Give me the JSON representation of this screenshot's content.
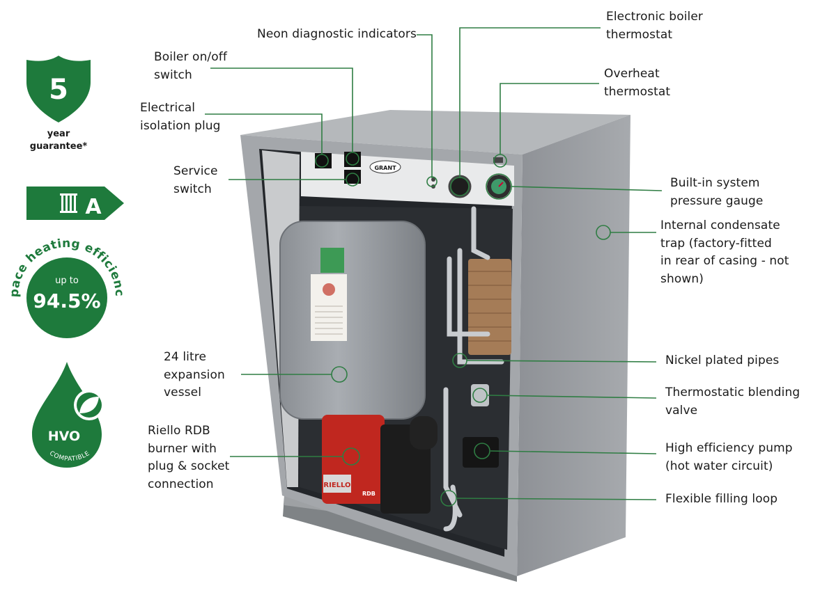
{
  "colors": {
    "accent_green": "#1e7a3c",
    "leader_line": "#2f7d43",
    "casing": "#9fa2a6"
  },
  "badges": {
    "guarantee": {
      "number": "5",
      "caption_line1": "year",
      "caption_line2": "guarantee*"
    },
    "energy_rating": {
      "icon": "radiator-icon",
      "grade": "A"
    },
    "efficiency": {
      "arc_text": "space heating efficiency",
      "prefix": "up to",
      "value": "94.5%"
    },
    "hvo": {
      "icon": "leaf-icon",
      "title": "HVO",
      "arc_text": "COMPATIBLE"
    }
  },
  "product": {
    "brand_plate": "GRANT",
    "burner_brand": "RIELLO",
    "burner_model": "RDB"
  },
  "callouts": {
    "neon": "Neon diagnostic indicators",
    "boiler_thermostat": [
      "Electronic boiler",
      "thermostat"
    ],
    "on_off": [
      "Boiler on/off",
      "switch"
    ],
    "overheat": [
      "Overheat",
      "thermostat"
    ],
    "isolation": [
      "Electrical",
      "isolation plug"
    ],
    "service": [
      "Service",
      "switch"
    ],
    "pressure_gauge": [
      "Built-in system",
      "pressure gauge"
    ],
    "condensate": [
      "Internal condensate",
      "trap (factory-fitted",
      "in rear of casing - not",
      "shown)"
    ],
    "expansion": [
      "24 litre",
      "expansion",
      "vessel"
    ],
    "nickel": "Nickel plated pipes",
    "blending": [
      "Thermostatic blending",
      "valve"
    ],
    "burner": [
      "Riello RDB",
      "burner with",
      "plug & socket",
      "connection"
    ],
    "pump": [
      "High efficiency pump",
      "(hot water circuit)"
    ],
    "filling": "Flexible filling loop"
  }
}
